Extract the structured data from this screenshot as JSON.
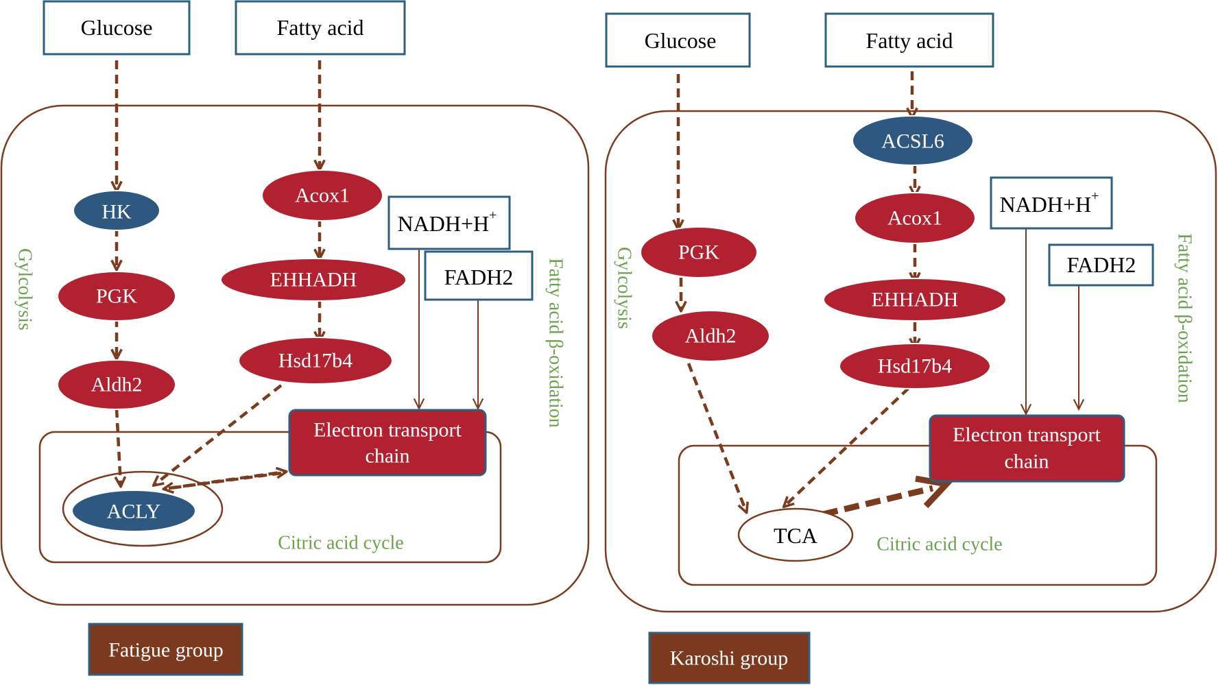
{
  "colors": {
    "frame": "#7a3b1e",
    "arrow": "#7a3b1e",
    "box_border": "#2e5f7f",
    "up_regulated": "#b2212f",
    "down_regulated": "#2e5880",
    "pathway_text": "#6ba24f",
    "group_fill": "#7b3a20"
  },
  "fatigue": {
    "glucose": "Glucose",
    "fatty_acid": "Fatty acid",
    "hk": "HK",
    "pgk": "PGK",
    "aldh2": "Aldh2",
    "acox1": "Acox1",
    "ehhadh": "EHHADH",
    "hsd17b4": "Hsd17b4",
    "nadh": "NADH+H",
    "nadh_sup": "+",
    "fadh2": "FADH2",
    "etc_line1": "Electron transport",
    "etc_line2": "chain",
    "acly": "ACLY",
    "citric": "Citric acid cycle",
    "glycolysis": "Gylcolysis",
    "beta_ox": "Fatty acid β-oxidation",
    "group": "Fatigue group"
  },
  "karoshi": {
    "glucose": "Glucose",
    "fatty_acid": "Fatty acid",
    "acsl6": "ACSL6",
    "pgk": "PGK",
    "aldh2": "Aldh2",
    "acox1": "Acox1",
    "ehhadh": "EHHADH",
    "hsd17b4": "Hsd17b4",
    "nadh": "NADH+H",
    "nadh_sup": "+",
    "fadh2": "FADH2",
    "etc_line1": "Electron transport",
    "etc_line2": "chain",
    "tca": "TCA",
    "citric": "Citric acid cycle",
    "glycolysis": "Gylcolysis",
    "beta_ox": "Fatty acid β-oxidation",
    "group": "Karoshi group"
  }
}
